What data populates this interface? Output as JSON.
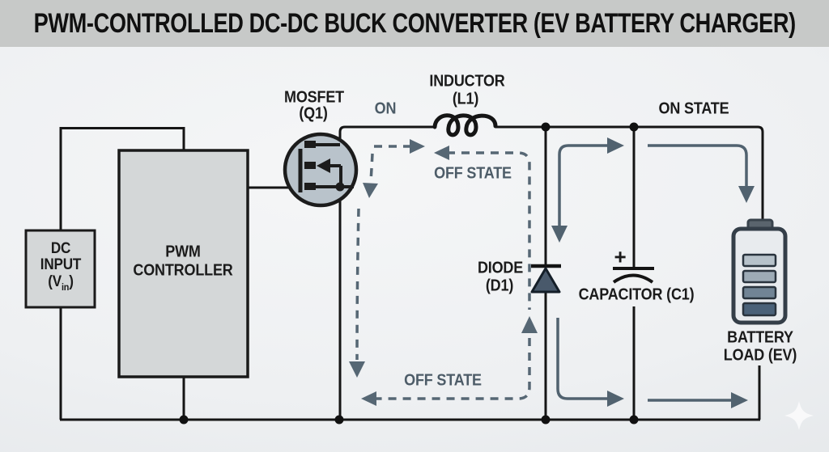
{
  "title": "PWM-CONTROLLED DC-DC BUCK CONVERTER (EV BATTERY CHARGER)",
  "labels": {
    "dc_input": [
      "DC",
      "INPUT"
    ],
    "dc_input_v": {
      "open": "(V",
      "sub": "in",
      "close": ")"
    },
    "pwm": [
      "PWM",
      "CONTROLLER"
    ],
    "mosfet": [
      "MOSFET",
      "(Q1)"
    ],
    "inductor": [
      "INDUCTOR",
      "(L1)"
    ],
    "diode": [
      "DIODE",
      "(D1)"
    ],
    "capacitor": "CAPACITOR (C1)",
    "capacitor_plus": "+",
    "battery": [
      "BATTERY",
      "LOAD (EV)"
    ],
    "on": "ON",
    "on_state": "ON STATE",
    "off_state_mid": "OFF STATE",
    "off_state_bottom": "OFF STATE"
  },
  "colors": {
    "banner_bg": "#c7c9c8",
    "background": "#eef0f2",
    "wire": "#151515",
    "state_arrow_solid": "#51626f",
    "state_arrow_dashed": "#566774",
    "state_label": "#4d5c68",
    "label_dark": "#1b1b1b",
    "box_fill": "#d4d7d8",
    "mosfet_fill": "#b9c3cb",
    "diode_fill": "#49596b",
    "battery_body_fill": "#e8ebee",
    "battery_cap_fill": "#5a646d",
    "battery_bars": [
      "#b7c2ca",
      "#9dabb6",
      "#718495",
      "#4a6178"
    ]
  }
}
